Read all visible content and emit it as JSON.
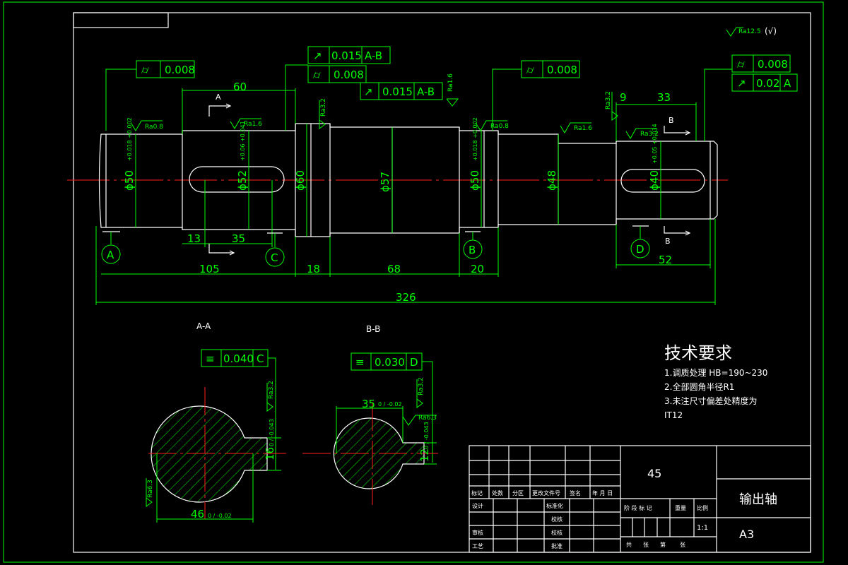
{
  "drawing": {
    "roughness_general": "Ra12.5",
    "roughness_general_symbol": "(√)",
    "title": "输出轴",
    "material": "45",
    "paper_size": "A3",
    "scale": "1:1"
  },
  "tolerance_frames": [
    {
      "id": "f1",
      "symbol": "⌭",
      "value": "0.008",
      "datum": ""
    },
    {
      "id": "f2",
      "symbol": "↗",
      "value": "0.015",
      "datum": "A-B"
    },
    {
      "id": "f3",
      "symbol": "⌭",
      "value": "0.008",
      "datum": ""
    },
    {
      "id": "f4",
      "symbol": "↗",
      "value": "0.015",
      "datum": "A-B"
    },
    {
      "id": "f5",
      "symbol": "⌭",
      "value": "0.008",
      "datum": ""
    },
    {
      "id": "f6",
      "symbol": "⌭",
      "value": "0.008",
      "datum": ""
    },
    {
      "id": "f7",
      "symbol": "↗",
      "value": "0.02",
      "datum": "A"
    },
    {
      "id": "f8",
      "symbol": "≡",
      "value": "0.040",
      "datum": "C"
    },
    {
      "id": "f9",
      "symbol": "≡",
      "value": "0.030",
      "datum": "D"
    }
  ],
  "roughness": {
    "r1": "Ra0.8",
    "r2": "Ra1.6",
    "r3": "Ra3.2",
    "r4": "Ra1.6",
    "r5": "Ra0.8",
    "r6": "Ra1.6",
    "r7": "Ra3.2",
    "r8": "Ra3.2",
    "r9": "Ra3.2",
    "r10": "Ra6.3",
    "r11": "Ra3.2",
    "r12": "Ra6.3"
  },
  "dimensions": {
    "d60": "60",
    "d13": "13",
    "d35": "35",
    "d105": "105",
    "d18": "18",
    "d68": "68",
    "d20": "20",
    "d326": "326",
    "d9": "9",
    "d33": "33",
    "d52b": "52",
    "dia50a": "ϕ50",
    "dia52": "ϕ52",
    "dia60": "ϕ60",
    "dia57": "ϕ57",
    "dia50b": "ϕ50",
    "dia48": "ϕ48",
    "dia40": "ϕ40",
    "tol50a": "+0.018\n+0.002",
    "tol52": "+0.06\n+0.041",
    "tol50b": "+0.018\n+0.002",
    "tol40": "+0.05\n+0.034",
    "s_a_46": "46",
    "s_a_46_tol": "0 / -0.02",
    "s_a_16": "16",
    "s_a_16_tol": "0 / -0.043",
    "s_b_35": "35",
    "s_b_35_tol": "0 / -0.02",
    "s_b_12": "12",
    "s_b_12_tol": "0 / -0.043"
  },
  "datums": {
    "a": "A",
    "b": "B",
    "c": "C",
    "d": "D"
  },
  "section_labels": {
    "aa": "A-A",
    "bb": "B-B",
    "cut_a": "A",
    "cut_b1": "B",
    "cut_b2": "B"
  },
  "tech_req": {
    "heading": "技术要求",
    "line1": "1.调质处理 HB=190~230",
    "line2": "2.全部圆角半径R1",
    "line3": "3.未注尺寸偏差处精度为",
    "line4": "IT12"
  },
  "title_block": {
    "c_mark": "标记",
    "c_count": "处数",
    "c_zone": "分区",
    "c_doc": "更改文件号",
    "c_sign": "签名",
    "c_date": "年 月 日",
    "c_design": "设计",
    "c_std": "标准化",
    "c_check": "审核",
    "c_proc": "工艺",
    "c_review": "校核",
    "c_approve": "批准",
    "c_stage": "阶 段 标 记",
    "c_weight": "重量",
    "c_ratio": "比例",
    "c_total": "共",
    "c_sheet1": "张",
    "c_no": "第",
    "c_sheet2": "张"
  }
}
